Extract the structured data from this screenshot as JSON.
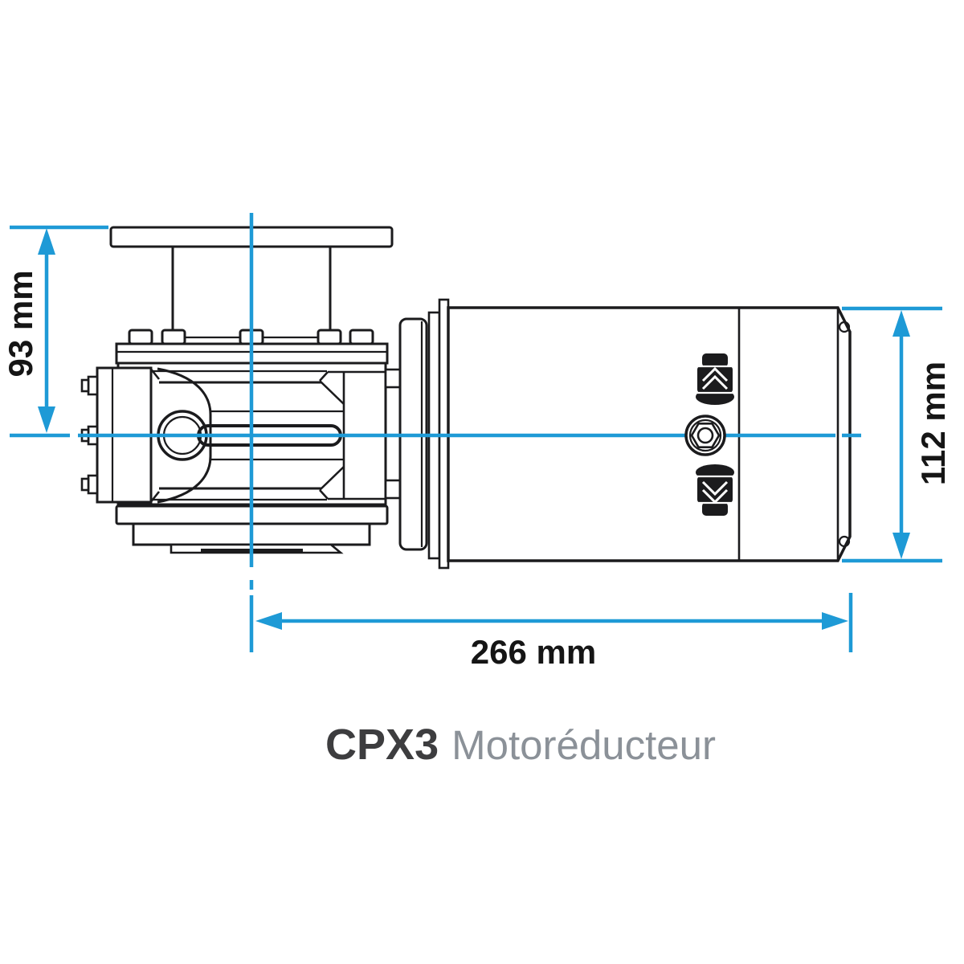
{
  "title": {
    "model": "CPX3",
    "subtitle": "Motoréducteur"
  },
  "dimensions": {
    "flange_to_axis": "93 mm",
    "motor_diameter": "112 mm",
    "axis_to_motor_end": "266 mm"
  },
  "colors": {
    "dimension_blue": "#1e9ad6",
    "line_dark": "#1b1b1d",
    "dim_text": "#151515",
    "title_model": "#3d3d3f",
    "title_subtitle": "#8b9198",
    "background": "#ffffff"
  }
}
